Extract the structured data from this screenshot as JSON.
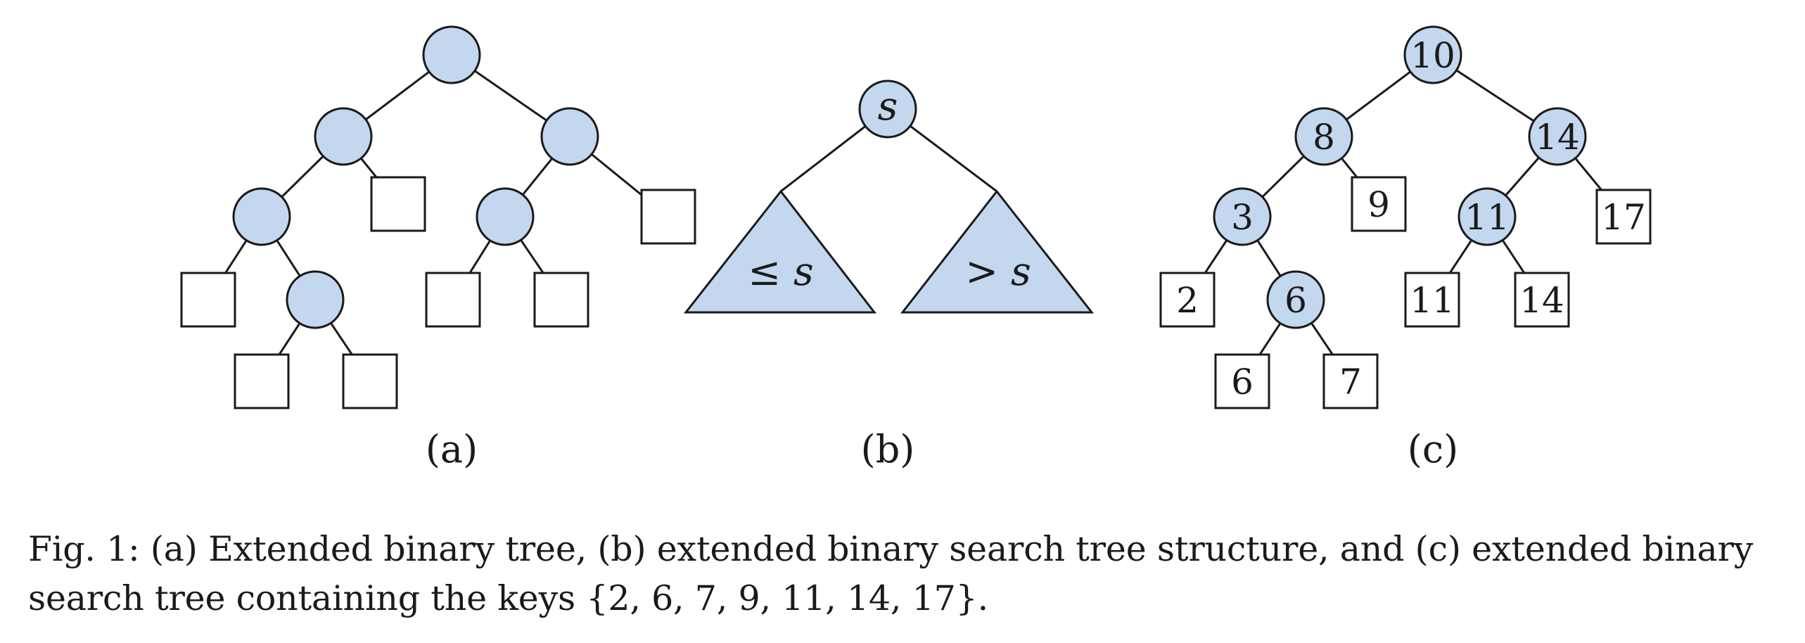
{
  "panels": {
    "a": {
      "label": "(a)",
      "internal_nodes": [
        {
          "id": "a1",
          "label": ""
        },
        {
          "id": "a2",
          "label": ""
        },
        {
          "id": "a3",
          "label": ""
        },
        {
          "id": "a4",
          "label": ""
        },
        {
          "id": "a5",
          "label": ""
        },
        {
          "id": "a6",
          "label": ""
        }
      ],
      "external_nodes": [
        {
          "id": "ae1",
          "label": ""
        },
        {
          "id": "ae2",
          "label": ""
        },
        {
          "id": "ae3",
          "label": ""
        },
        {
          "id": "ae4",
          "label": ""
        },
        {
          "id": "ae5",
          "label": ""
        },
        {
          "id": "ae6",
          "label": ""
        },
        {
          "id": "ae7",
          "label": ""
        }
      ]
    },
    "b": {
      "label": "(b)",
      "root_label": "s",
      "left_subtree_label": "≤ s",
      "right_subtree_label": "> s"
    },
    "c": {
      "label": "(c)",
      "internal_nodes": [
        {
          "id": "c10",
          "label": "10"
        },
        {
          "id": "c8",
          "label": "8"
        },
        {
          "id": "c14",
          "label": "14"
        },
        {
          "id": "c3",
          "label": "3"
        },
        {
          "id": "c11",
          "label": "11"
        },
        {
          "id": "c6",
          "label": "6"
        }
      ],
      "external_nodes": [
        {
          "id": "cx9",
          "label": "9"
        },
        {
          "id": "cx17",
          "label": "17"
        },
        {
          "id": "cx2",
          "label": "2"
        },
        {
          "id": "cx11",
          "label": "11"
        },
        {
          "id": "cx14",
          "label": "14"
        },
        {
          "id": "cx6",
          "label": "6"
        },
        {
          "id": "cx7",
          "label": "7"
        }
      ]
    }
  },
  "caption": {
    "line1": "Fig. 1: (a) Extended binary tree, (b) extended binary search tree structure, and (c) extended binary",
    "line2": "search tree containing the keys {2, 6, 7, 9, 11, 14, 17}."
  },
  "colors": {
    "node_fill": "#c3d7ef",
    "stroke": "#1a1a1a",
    "background": "#ffffff"
  }
}
